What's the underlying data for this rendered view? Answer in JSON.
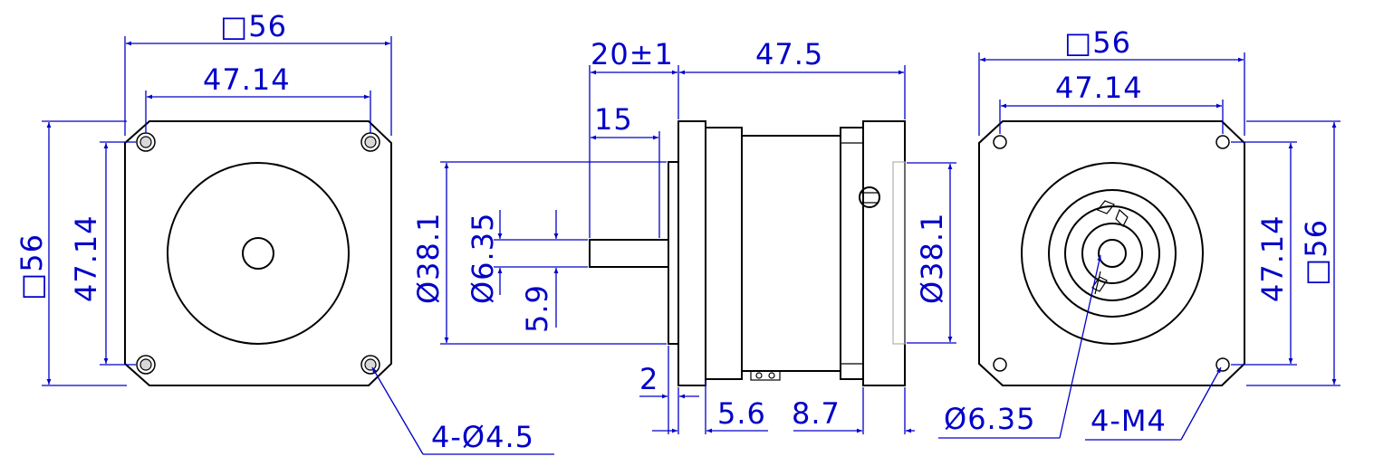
{
  "front_view": {
    "square_top": "□56",
    "hole_pitch_top": "47.14",
    "square_left": "□56",
    "hole_pitch_left": "47.14",
    "mount_holes": "4-Ø4.5"
  },
  "side_view": {
    "shaft_length": "20±1",
    "body_length": "47.5",
    "flat_length": "15",
    "pilot_diameter_left": "Ø38.1",
    "shaft_diameter": "Ø6.35",
    "flat_depth": "5.9",
    "pilot_height": "2",
    "flange_thickness": "5.6",
    "rear_flange_thickness": "8.7",
    "pilot_diameter_right": "Ø38.1"
  },
  "rear_view": {
    "square_top": "□56",
    "hole_pitch_top": "47.14",
    "hole_pitch_right": "47.14",
    "square_right": "□56",
    "bore_diameter": "Ø6.35",
    "threaded_holes": "4-M4"
  }
}
